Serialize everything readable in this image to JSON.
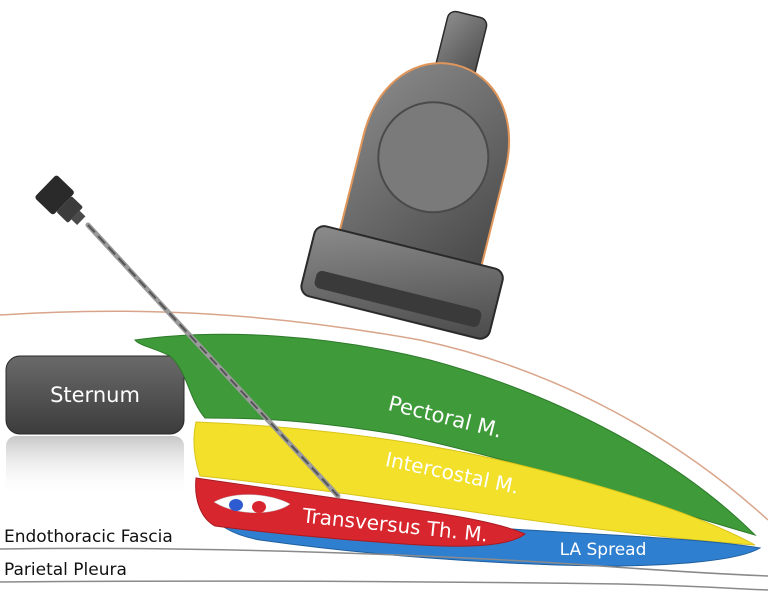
{
  "labels": {
    "sternum": "Sternum",
    "pectoral": "Pectoral M.",
    "intercostal": "Intercostal M.",
    "transversus": "Transversus Th. M.",
    "la_spread": "LA Spread",
    "endothoracic": "Endothoracic Fascia",
    "parietal": "Parietal Pleura"
  },
  "colors": {
    "pectoral": "#3f9a3a",
    "intercostal": "#f2e02a",
    "transversus": "#d8262e",
    "la_spread": "#2f7fd0",
    "skin_line": "#d9a58a",
    "probe": "#6b6b6b",
    "sternum": "#555555"
  },
  "icons": {
    "probe": "ultrasound-probe-icon",
    "needle": "needle-icon",
    "vessels": "vessel-icon"
  }
}
